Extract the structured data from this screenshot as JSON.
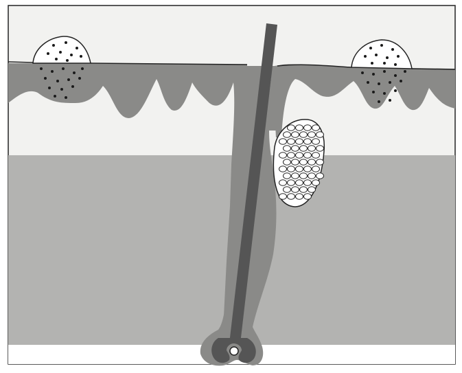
{
  "diagram": {
    "kind": "hair follicle cross-section",
    "labels": [],
    "colors": {
      "paper": "#ffffff",
      "upper_layer": "#f2f2f0",
      "epidermis": "#8a8a88",
      "dermis": "#b3b3b1",
      "hair_shaft": "#555555",
      "outline": "#222222",
      "dots": "#1a1a1a"
    },
    "parts": [
      "epidermis-band",
      "dermis-layer",
      "hair-shaft",
      "hair-follicle",
      "hair-bulb",
      "sebaceous-gland",
      "left-skin-bump",
      "right-skin-bump",
      "pigment-dots"
    ]
  }
}
